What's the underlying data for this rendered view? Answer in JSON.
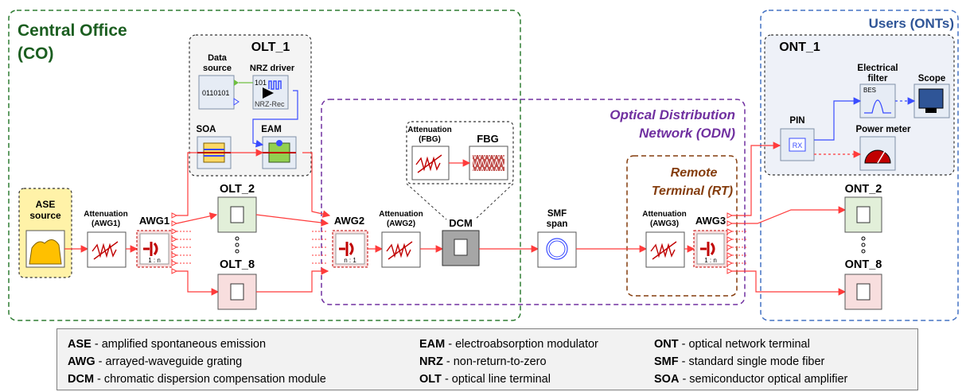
{
  "regions": {
    "central_office": "Central Office\n(CO)",
    "central_office_line1": "Central Office",
    "central_office_line2": "(CO)",
    "odn_line1": "Optical Distribution",
    "odn_line2": "Network (ODN)",
    "users": "Users (ONTs)",
    "remote_terminal_line1": "Remote",
    "remote_terminal_line2": "Terminal (RT)"
  },
  "blocks": {
    "olt1_title": "OLT_1",
    "data_source_line1": "Data",
    "data_source_line2": "source",
    "data_source_bits": "0110101",
    "nrz_driver": "NRZ driver",
    "nrz_bits": "101",
    "nrz_sub": "NRZ-Rec",
    "soa": "SOA",
    "eam": "EAM",
    "ase_line1": "ASE",
    "ase_line2": "source",
    "att_awg1_line1": "Attenuation",
    "att_awg1_line2": "(AWG1)",
    "awg1": "AWG1",
    "awg1_ratio": "1 : n",
    "olt2": "OLT_2",
    "olt8": "OLT_8",
    "awg2": "AWG2",
    "awg2_ratio": "n : 1",
    "att_awg2_line1": "Attenuation",
    "att_awg2_line2": "(AWG2)",
    "dcm": "DCM",
    "att_fbg_line1": "Attenuation",
    "att_fbg_line2": "(FBG)",
    "fbg": "FBG",
    "smf_line1": "SMF",
    "smf_line2": "span",
    "att_awg3_line1": "Attenuation",
    "att_awg3_line2": "(AWG3)",
    "awg3": "AWG3",
    "awg3_ratio": "1 : n",
    "ont1_title": "ONT_1",
    "pin": "PIN",
    "rx": "RX",
    "elec_filter_line1": "Electrical",
    "elec_filter_line2": "filter",
    "bes": "BES",
    "scope": "Scope",
    "power_meter": "Power meter",
    "ont2": "ONT_2",
    "ont8": "ONT_8"
  },
  "legend": {
    "col1": [
      {
        "abbr": "ASE",
        "desc": " - amplified spontaneous emission"
      },
      {
        "abbr": "AWG",
        "desc": " - arrayed-waveguide grating"
      },
      {
        "abbr": "DCM",
        "desc": " - chromatic dispersion compensation module"
      }
    ],
    "col2": [
      {
        "abbr": "EAM",
        "desc": " - electroabsorption modulator"
      },
      {
        "abbr": "NRZ",
        "desc": " - non-return-to-zero"
      },
      {
        "abbr": "OLT",
        "desc": " - optical line terminal"
      }
    ],
    "col3": [
      {
        "abbr": "ONT",
        "desc": " - optical network terminal"
      },
      {
        "abbr": "SMF",
        "desc": " - standard single mode fiber"
      },
      {
        "abbr": "SOA",
        "desc": " - semiconductor optical amplifier"
      }
    ]
  },
  "colors": {
    "central_office": "#2e7d32",
    "central_office_text": "#1b5e20",
    "odn": "#7030a0",
    "users": "#4472c4",
    "users_text": "#2f5597",
    "remote_terminal": "#843c0c",
    "optical_signal": "#ff3b3b",
    "electrical_signal": "#3a4cff",
    "ase_fill": "#fff2a8",
    "olt_fill": "#e2efd9",
    "olt8_fill": "#f8dede",
    "ont_fill": "#e2efd9"
  }
}
